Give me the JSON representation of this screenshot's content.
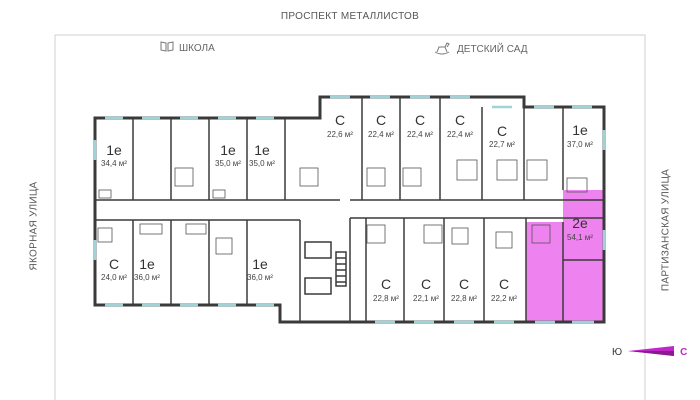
{
  "streets": {
    "top": "ПРОСПЕКТ МЕТАЛЛИСТОВ",
    "left": "ЯКОРНАЯ УЛИЦА",
    "right": "ПАРТИЗАНСКАЯ УЛИЦА"
  },
  "landmarks": {
    "school": "ШКОЛА",
    "kindergarten": "ДЕТСКИЙ САД"
  },
  "apartments": [
    {
      "type": "1е",
      "area": "34,4 м²"
    },
    {
      "type": "1е",
      "area": "35,0 м²"
    },
    {
      "type": "1е",
      "area": "35,0 м²"
    },
    {
      "type": "С",
      "area": "22,6 м²"
    },
    {
      "type": "С",
      "area": "22,4 м²"
    },
    {
      "type": "С",
      "area": "22,4 м²"
    },
    {
      "type": "С",
      "area": "22,4 м²"
    },
    {
      "type": "С",
      "area": "22,7 м²"
    },
    {
      "type": "1е",
      "area": "37,0 м²"
    },
    {
      "type": "2е",
      "area": "54,1 м²",
      "selected": true
    },
    {
      "type": "С",
      "area": "24,0 м²"
    },
    {
      "type": "1е",
      "area": "36,0 м²"
    },
    {
      "type": "1е",
      "area": "36,0 м²"
    },
    {
      "type": "С",
      "area": "22,8 м²"
    },
    {
      "type": "С",
      "area": "22,1 м²"
    },
    {
      "type": "С",
      "area": "22,8 м²"
    },
    {
      "type": "С",
      "area": "22,2 м²"
    }
  ],
  "compass": {
    "south": "Ю",
    "north": "С"
  },
  "colors": {
    "highlight": "#ee82ee",
    "walls": "#3a3a3a",
    "windows": "#9fd3d6",
    "accent": "#c026c9"
  }
}
